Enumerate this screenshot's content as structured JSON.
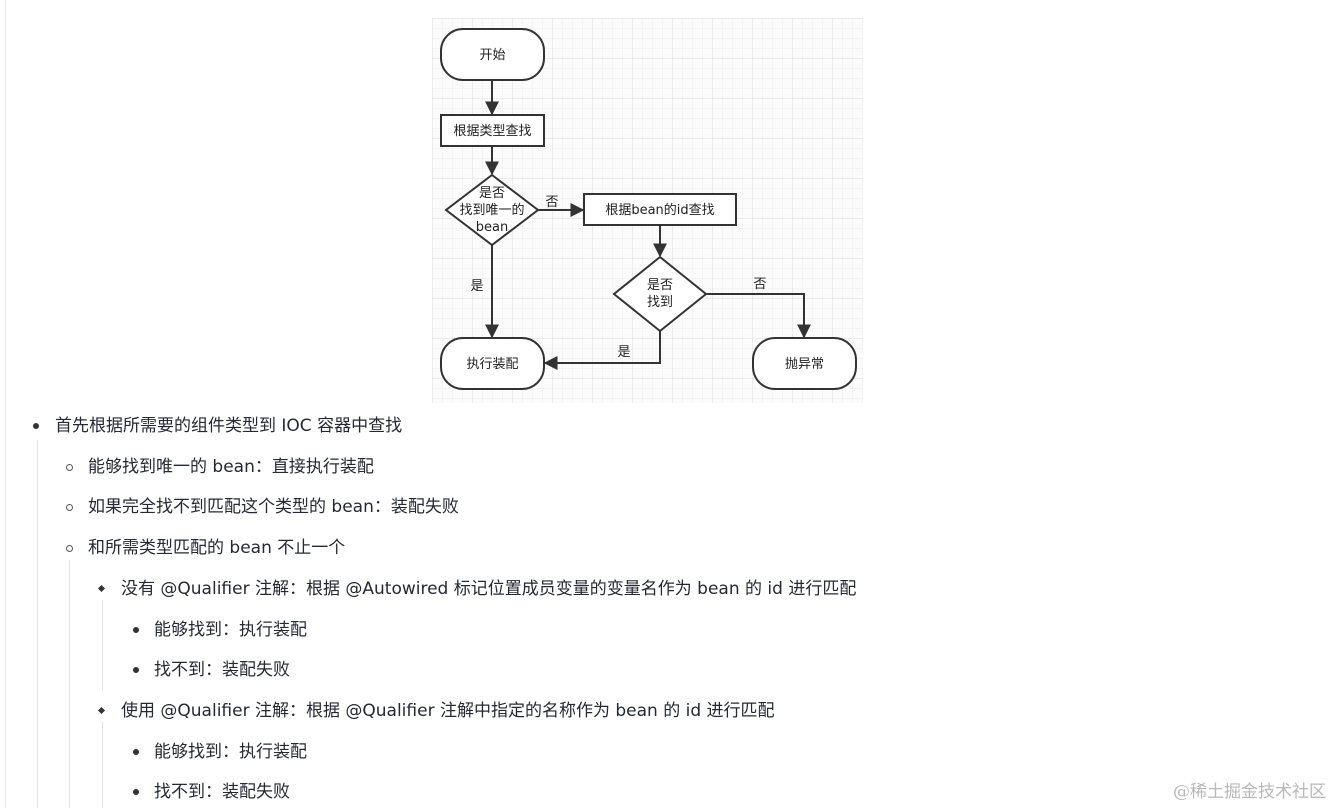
{
  "flowchart": {
    "start": "开始",
    "by_type": "根据类型查找",
    "decision_unique": [
      "是否",
      "找到唯一的",
      "bean"
    ],
    "no_label_1": "否",
    "by_id": "根据bean的id查找",
    "yes_label_1": "是",
    "decision_found": [
      "是否",
      "找到"
    ],
    "no_label_2": "否",
    "yes_label_2": "是",
    "execute": "执行装配",
    "throw": "抛异常"
  },
  "list": {
    "l1": "首先根据所需要的组件类型到 IOC 容器中查找",
    "l2a": "能够找到唯一的 bean：直接执行装配",
    "l2b": "如果完全找不到匹配这个类型的 bean：装配失败",
    "l2c": "和所需类型匹配的 bean 不止一个",
    "l3a": "没有 @Qualifier 注解：根据 @Autowired 标记位置成员变量的变量名作为 bean 的 id 进行匹配",
    "l4a1": "能够找到：执行装配",
    "l4a2": "找不到：装配失败",
    "l3b": "使用 @Qualifier 注解：根据 @Qualifier 注解中指定的名称作为 bean 的 id 进行匹配",
    "l4b1": "能够找到：执行装配",
    "l4b2": "找不到：装配失败"
  },
  "watermark": "@稀土掘金技术社区"
}
